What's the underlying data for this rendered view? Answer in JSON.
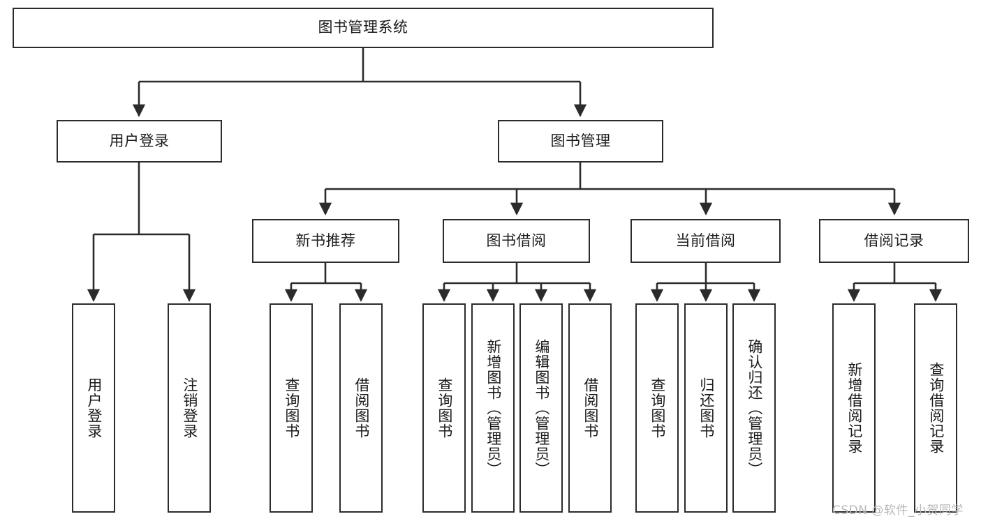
{
  "diagram": {
    "title": "图书管理系统",
    "type": "tree-hierarchy",
    "colors": {
      "stroke": "#2b2b2b",
      "fill": "#ffffff",
      "text": "#1a1a1a",
      "watermark": "#b8b8b8"
    },
    "root": {
      "label": "图书管理系统"
    },
    "level1": [
      {
        "label": "用户登录"
      },
      {
        "label": "图书管理"
      }
    ],
    "level2": [
      {
        "label": "新书推荐"
      },
      {
        "label": "图书借阅"
      },
      {
        "label": "当前借阅"
      },
      {
        "label": "借阅记录"
      }
    ],
    "leaves": {
      "user_login": [
        {
          "label": "用户登录"
        },
        {
          "label": "注销登录"
        }
      ],
      "new_book_recommend": [
        {
          "label": "查询图书"
        },
        {
          "label": "借阅图书"
        }
      ],
      "book_borrow": [
        {
          "label": "查询图书"
        },
        {
          "label": "新增图书（管理员）"
        },
        {
          "label": "编辑图书（管理员）"
        },
        {
          "label": "借阅图书"
        }
      ],
      "current_borrow": [
        {
          "label": "查询图书"
        },
        {
          "label": "归还图书"
        },
        {
          "label": "确认归还（管理员）"
        }
      ],
      "borrow_record": [
        {
          "label": "新增借阅记录"
        },
        {
          "label": "查询借阅记录"
        }
      ]
    }
  },
  "watermark": {
    "text": "CSDN @软件_小贺同学"
  }
}
